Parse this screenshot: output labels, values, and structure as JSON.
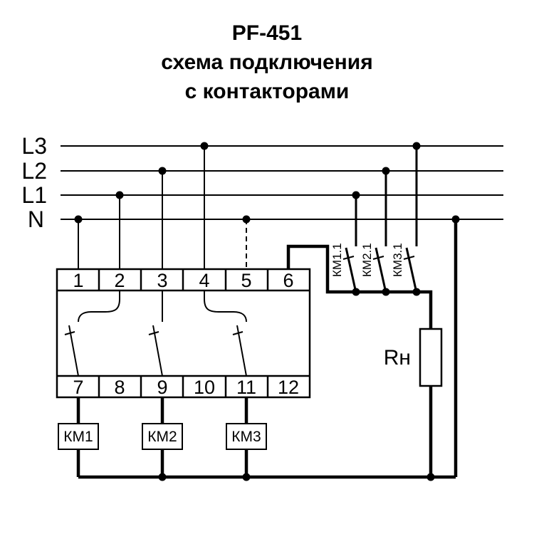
{
  "title": {
    "line1": "PF-451",
    "line2": "схема подключения",
    "line3": "с контакторами"
  },
  "power_lines": {
    "labels": [
      "L3",
      "L2",
      "L1",
      "N"
    ]
  },
  "device": {
    "top_terminals": [
      "1",
      "2",
      "3",
      "4",
      "5",
      "6"
    ],
    "bottom_terminals": [
      "7",
      "8",
      "9",
      "10",
      "11",
      "12"
    ]
  },
  "contactors": {
    "coils": [
      "КМ1",
      "КМ2",
      "КМ3"
    ],
    "contacts": [
      "КМ1.1",
      "КМ2.1",
      "КМ3.1"
    ]
  },
  "load": {
    "label": "Rн"
  },
  "colors": {
    "ink": "#000000",
    "background": "#ffffff"
  }
}
